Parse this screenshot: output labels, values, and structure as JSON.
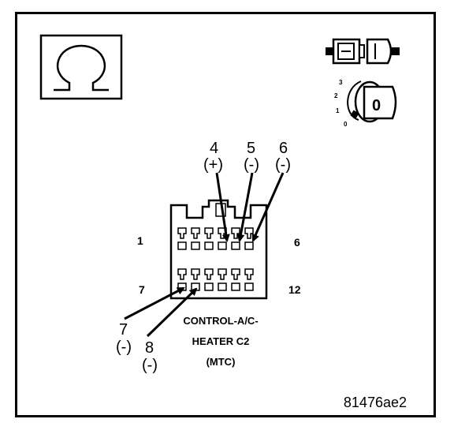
{
  "symbols": {
    "ohm_icon": "ohm-meter-icon",
    "connector_icon": "disconnected-connector-icon",
    "ignition_icon": "ignition-key-off-icon",
    "ignition_positions": [
      "3",
      "2",
      "1",
      "0"
    ],
    "key_label": "0"
  },
  "pins": [
    {
      "number": "4",
      "polarity": "(+)"
    },
    {
      "number": "5",
      "polarity": "(-)"
    },
    {
      "number": "6",
      "polarity": "(-)"
    },
    {
      "number": "7",
      "polarity": "(-)"
    },
    {
      "number": "8",
      "polarity": "(-)"
    }
  ],
  "connector_side_labels": {
    "top_left": "1",
    "top_right": "6",
    "bottom_left": "7",
    "bottom_right": "12"
  },
  "connector_name": {
    "line1": "CONTROL-A/C-",
    "line2": "HEATER C2",
    "line3": "(MTC)"
  },
  "figure_id": "81476ae2",
  "colors": {
    "ink": "#000000",
    "paper": "#ffffff"
  }
}
